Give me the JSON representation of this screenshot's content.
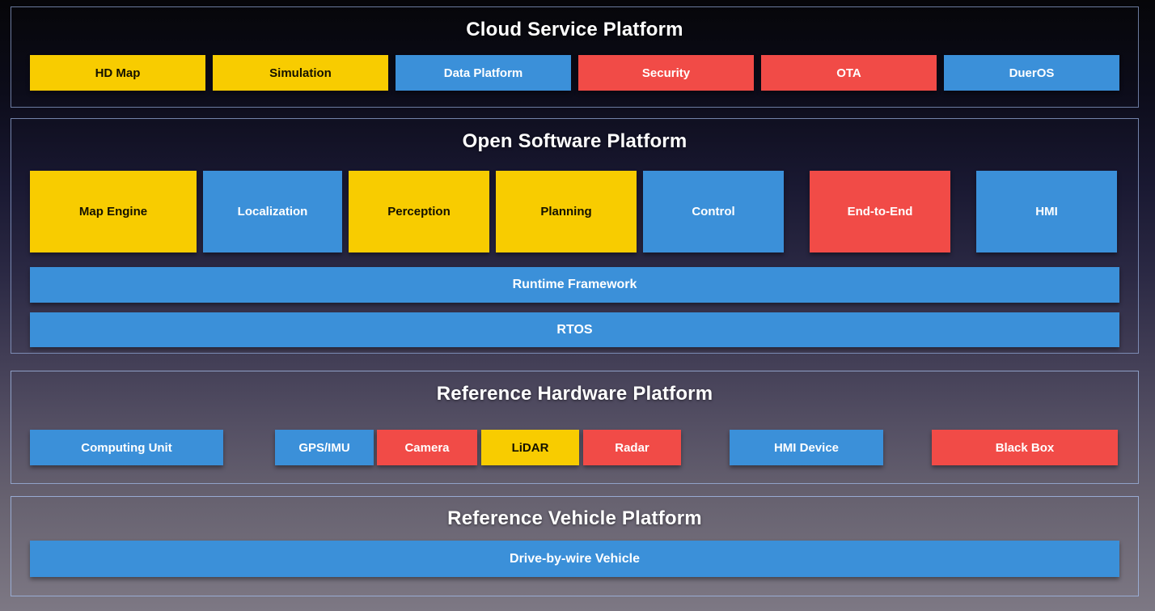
{
  "palette": {
    "yellow": "#F8CC00",
    "blue": "#3B90D9",
    "red": "#F14B47",
    "section_border": "#8CA0CC",
    "title_text": "#FFFFFF",
    "bg_top": "#060609",
    "bg_bottom": "#7D7884"
  },
  "sections": [
    {
      "title": "Cloud Service Platform",
      "boxes": [
        {
          "label": "HD Map",
          "color": "yellow"
        },
        {
          "label": "Simulation",
          "color": "yellow"
        },
        {
          "label": "Data Platform",
          "color": "blue"
        },
        {
          "label": "Security",
          "color": "red"
        },
        {
          "label": "OTA",
          "color": "red"
        },
        {
          "label": "DuerOS",
          "color": "blue"
        }
      ]
    },
    {
      "title": "Open Software Platform",
      "modules": [
        {
          "label": "Map Engine",
          "color": "yellow"
        },
        {
          "label": "Localization",
          "color": "blue"
        },
        {
          "label": "Perception",
          "color": "yellow"
        },
        {
          "label": "Planning",
          "color": "yellow"
        },
        {
          "label": "Control",
          "color": "blue"
        },
        {
          "label": "End-to-End",
          "color": "red"
        },
        {
          "label": "HMI",
          "color": "blue"
        }
      ],
      "bars": [
        {
          "label": "Runtime Framework",
          "color": "blue"
        },
        {
          "label": "RTOS",
          "color": "blue"
        }
      ]
    },
    {
      "title": "Reference Hardware Platform",
      "boxes": [
        {
          "label": "Computing Unit",
          "color": "blue"
        },
        {
          "label": "GPS/IMU",
          "color": "blue"
        },
        {
          "label": "Camera",
          "color": "red"
        },
        {
          "label": "LiDAR",
          "color": "yellow"
        },
        {
          "label": "Radar",
          "color": "red"
        },
        {
          "label": "HMI Device",
          "color": "blue"
        },
        {
          "label": "Black Box",
          "color": "red"
        }
      ]
    },
    {
      "title": "Reference Vehicle Platform",
      "bars": [
        {
          "label": "Drive-by-wire Vehicle",
          "color": "blue"
        }
      ]
    }
  ]
}
